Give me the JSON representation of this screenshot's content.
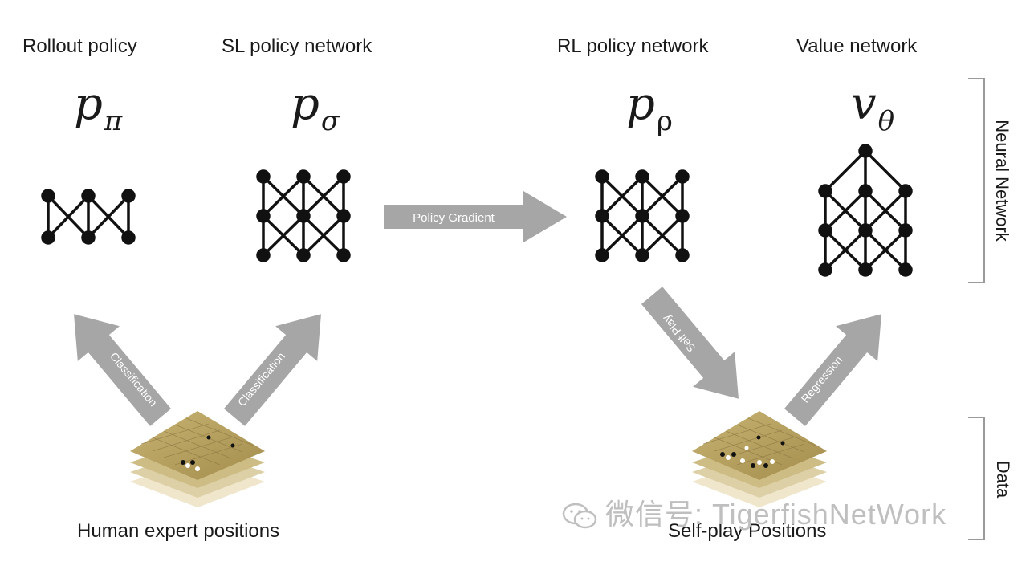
{
  "networks": [
    {
      "name_label": "Rollout policy",
      "symbol": "p",
      "subscript": "π"
    },
    {
      "name_label": "SL policy network",
      "symbol": "p",
      "subscript": "σ"
    },
    {
      "name_label": "RL policy network",
      "symbol": "p",
      "subscript": "ρ"
    },
    {
      "name_label": "Value network",
      "symbol": "v",
      "subscript": "θ"
    }
  ],
  "arrows": {
    "policy_gradient": "Policy Gradient",
    "classification_left": "Classification",
    "classification_right": "Classification",
    "self_play": "Self Play",
    "regression": "Regression"
  },
  "data_labels": {
    "human": "Human expert positions",
    "selfplay": "Self-play Positions"
  },
  "brackets": {
    "neural_network": "Neural Network",
    "data": "Data"
  },
  "watermark": "微信号: TigerfishNetWork",
  "colors": {
    "arrow": "#a6a6a6",
    "node": "#111111",
    "board_top": "#b8a262",
    "board_layer": "#d6c79c",
    "bracket": "#9a9a9a"
  }
}
